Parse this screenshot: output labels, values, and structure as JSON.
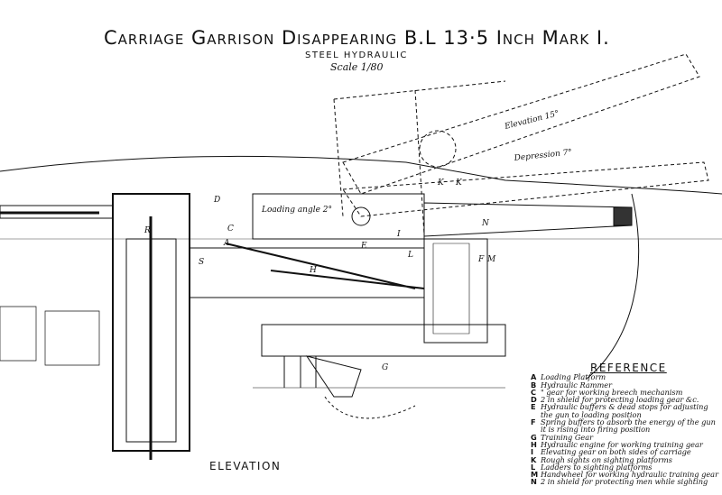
{
  "header": {
    "title": "Carriage Garrison Disappearing B.L 13·5 Inch Mark I.",
    "subtitle": "STEEL HYDRAULIC",
    "scale": "Scale 1/80"
  },
  "drawing": {
    "view_label": "ELEVATION",
    "annotations": {
      "elevation": "Elevation 15°",
      "depression": "Depression 7°",
      "loading_angle": "Loading angle 2°"
    },
    "part_letters": [
      "R",
      "D",
      "K",
      "K",
      "N",
      "A",
      "C",
      "H",
      "L",
      "F",
      "M",
      "G",
      "I",
      "E",
      "S"
    ]
  },
  "reference": {
    "title": "REFERENCE",
    "items": [
      {
        "key": "A",
        "text": "Loading Platform"
      },
      {
        "key": "B",
        "text": "Hydraulic Rammer"
      },
      {
        "key": "C",
        "text": "\"      gear for working breech mechanism"
      },
      {
        "key": "D",
        "text": "2 in shield for protecting loading gear &c."
      },
      {
        "key": "E",
        "text": "Hydraulic buffers & dead stops for adjusting"
      },
      {
        "key": "",
        "text": "the gun to loading position"
      },
      {
        "key": "F",
        "text": "Spring buffers to absorb the energy of the gun"
      },
      {
        "key": "",
        "text": "it is rising into firing position"
      },
      {
        "key": "G",
        "text": "Training Gear"
      },
      {
        "key": "H",
        "text": "Hydraulic engine for working training gear"
      },
      {
        "key": "I",
        "text": "Elevating gear on both sides of carriage"
      },
      {
        "key": "K",
        "text": "Rough sights on sighting platforms"
      },
      {
        "key": "L",
        "text": "Ladders to sighting platforms"
      },
      {
        "key": "M",
        "text": "Handwheel for working hydraulic training gear"
      },
      {
        "key": "N",
        "text": "2 in shield for protecting men while sighting"
      }
    ]
  }
}
